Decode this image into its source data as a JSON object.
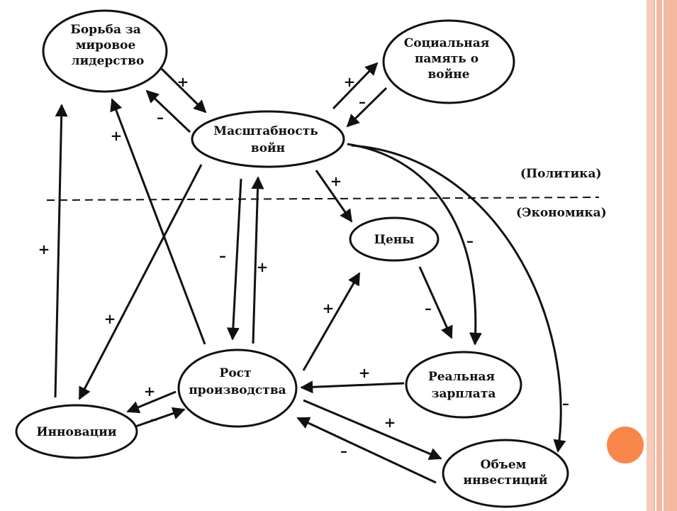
{
  "nodes": {
    "struggle": [
      "Борьба за",
      "мировое",
      "лидерство"
    ],
    "memory": [
      "Социальная",
      "память о",
      "войне"
    ],
    "scale": [
      "Масштабность",
      "войн"
    ],
    "prices": [
      "Цены"
    ],
    "growth": [
      "Рост",
      "производства"
    ],
    "wages": [
      "Реальная",
      "зарплата"
    ],
    "innovations": [
      "Инновации"
    ],
    "investment": [
      "Объем",
      "инвестиций"
    ]
  },
  "regions": {
    "politics": "(Политика)",
    "economics": "(Экономика)"
  },
  "edges": [
    {
      "from": "struggle",
      "to": "scale",
      "sign": "+"
    },
    {
      "from": "scale",
      "to": "struggle",
      "sign": "–"
    },
    {
      "from": "scale",
      "to": "memory",
      "sign": "+"
    },
    {
      "from": "memory",
      "to": "scale",
      "sign": "–"
    },
    {
      "from": "scale",
      "to": "prices",
      "sign": "+"
    },
    {
      "from": "scale",
      "to": "growth",
      "sign": "–"
    },
    {
      "from": "growth",
      "to": "scale",
      "sign": "+"
    },
    {
      "from": "scale",
      "to": "innovations",
      "sign": "+"
    },
    {
      "from": "innovations",
      "to": "struggle",
      "sign": "+"
    },
    {
      "from": "growth",
      "to": "struggle",
      "sign": "+"
    },
    {
      "from": "scale",
      "to": "wages",
      "sign": "–"
    },
    {
      "from": "scale",
      "to": "investment",
      "sign": "–"
    },
    {
      "from": "prices",
      "to": "wages",
      "sign": "–"
    },
    {
      "from": "growth",
      "to": "prices",
      "sign": "+"
    },
    {
      "from": "wages",
      "to": "growth",
      "sign": "+"
    },
    {
      "from": "growth",
      "to": "innovations",
      "sign": "+"
    },
    {
      "from": "innovations",
      "to": "growth",
      "sign": "–"
    },
    {
      "from": "growth",
      "to": "investment",
      "sign": "+"
    },
    {
      "from": "investment",
      "to": "growth",
      "sign": "–"
    }
  ]
}
